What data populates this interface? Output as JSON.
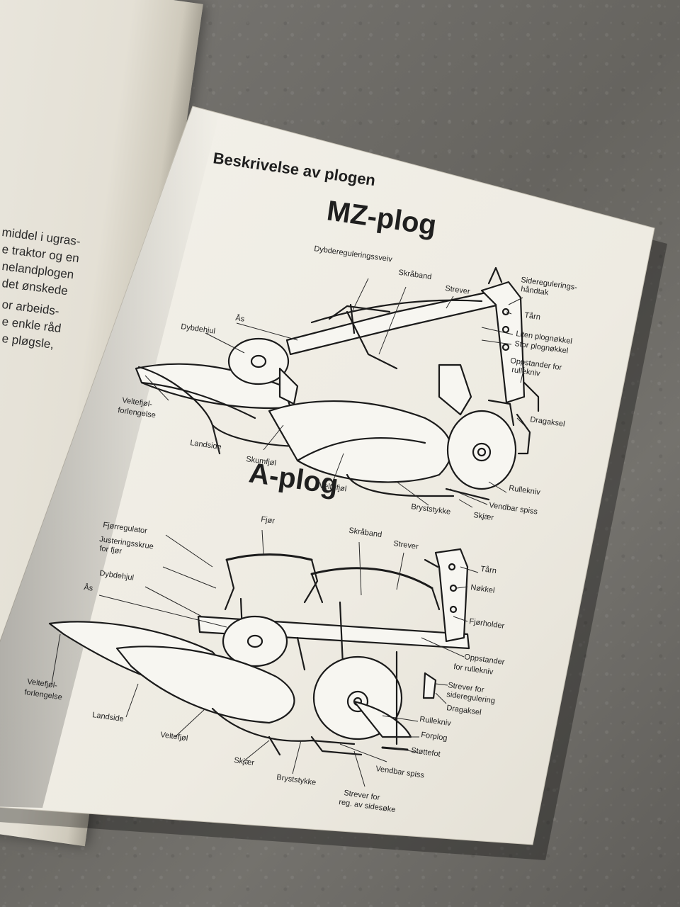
{
  "left_page": {
    "lines": [
      "middel i ugras-",
      "e traktor og en",
      "nelandplogen",
      "det ønskede",
      "or arbeids-",
      "e enkle råd",
      "e pløgsle,"
    ]
  },
  "right_page": {
    "heading": "Beskrivelse av plogen",
    "mz": {
      "title": "MZ-plog",
      "labels": {
        "dybdereguleringssveiv": "Dybdereguleringssveiv",
        "skraband": "Skråband",
        "strever": "Strever",
        "sideregulering1": "Sideregulerings-",
        "sideregulering2": "håndtak",
        "tarn": "Tårn",
        "as": "Ås",
        "dybdehjul": "Dybdehjul",
        "liten_plognokkel": "Liten plognøkkel",
        "stor_plognokkel": "Stor plognøkkel",
        "oppstander1": "Oppstander for",
        "oppstander2": "rullekniv",
        "veltefjol_forlengelse1": "Veltefjøl-",
        "veltefjol_forlengelse2": "forlengelse",
        "dragaksel": "Dragaksel",
        "landside": "Landside",
        "skumfjol": "Skumfjøl",
        "rullekniv": "Rullekniv",
        "veltefjol": "Veltefjøl",
        "vendbar_spiss": "Vendbar spiss",
        "bryststykke": "Bryststykke",
        "skjaer": "Skjær"
      }
    },
    "a": {
      "title": "A-plog",
      "labels": {
        "fjor": "Fjør",
        "fjorregulator": "Fjørregulator",
        "justeringsskrue1": "Justeringsskrue",
        "justeringsskrue2": "for fjør",
        "skraband": "Skråband",
        "strever": "Strever",
        "tarn": "Tårn",
        "dybdehjul": "Dybdehjul",
        "nokkel": "Nøkkel",
        "as": "Ås",
        "fjorholder": "Fjørholder",
        "oppstander1": "Oppstander",
        "oppstander2": "for rullekniv",
        "veltefjol_forlengelse1": "Veltefjøl-",
        "veltefjol_forlengelse2": "forlengelse",
        "strever_sidereg1": "Strever for",
        "strever_sidereg2": "sideregulering",
        "dragaksel": "Dragaksel",
        "landside": "Landside",
        "rullekniv": "Rullekniv",
        "veltefjol": "Veltefjøl",
        "forplog": "Forplog",
        "stottefot": "Støttefot",
        "skjaer": "Skjær",
        "vendbar_spiss": "Vendbar spiss",
        "bryststykke": "Bryststykke",
        "strever_sidesoke1": "Strever for",
        "strever_sidesoke2": "reg. av sidesøke"
      }
    }
  }
}
